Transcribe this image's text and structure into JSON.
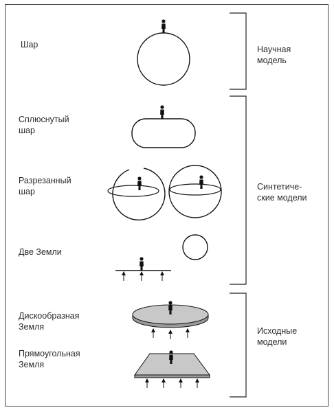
{
  "models": [
    {
      "lines": [
        "Шар"
      ]
    },
    {
      "lines": [
        "Сплюснутый",
        "шар"
      ]
    },
    {
      "lines": [
        "Разрезанный",
        "шар"
      ]
    },
    {
      "lines": [
        "Две Земли"
      ]
    },
    {
      "lines": [
        "Дискообразная",
        "Земля"
      ]
    },
    {
      "lines": [
        "Прямоугольная",
        "Земля"
      ]
    }
  ],
  "groups": [
    {
      "lines": [
        "Научная",
        "модель"
      ]
    },
    {
      "lines": [
        "Синтетиче-",
        "ские модели"
      ]
    },
    {
      "lines": [
        "Исходные",
        "модели"
      ]
    }
  ],
  "colors": {
    "line": "#111111",
    "fill_gray": "#c8c8c8",
    "fill_dark": "#9a9a9a"
  }
}
